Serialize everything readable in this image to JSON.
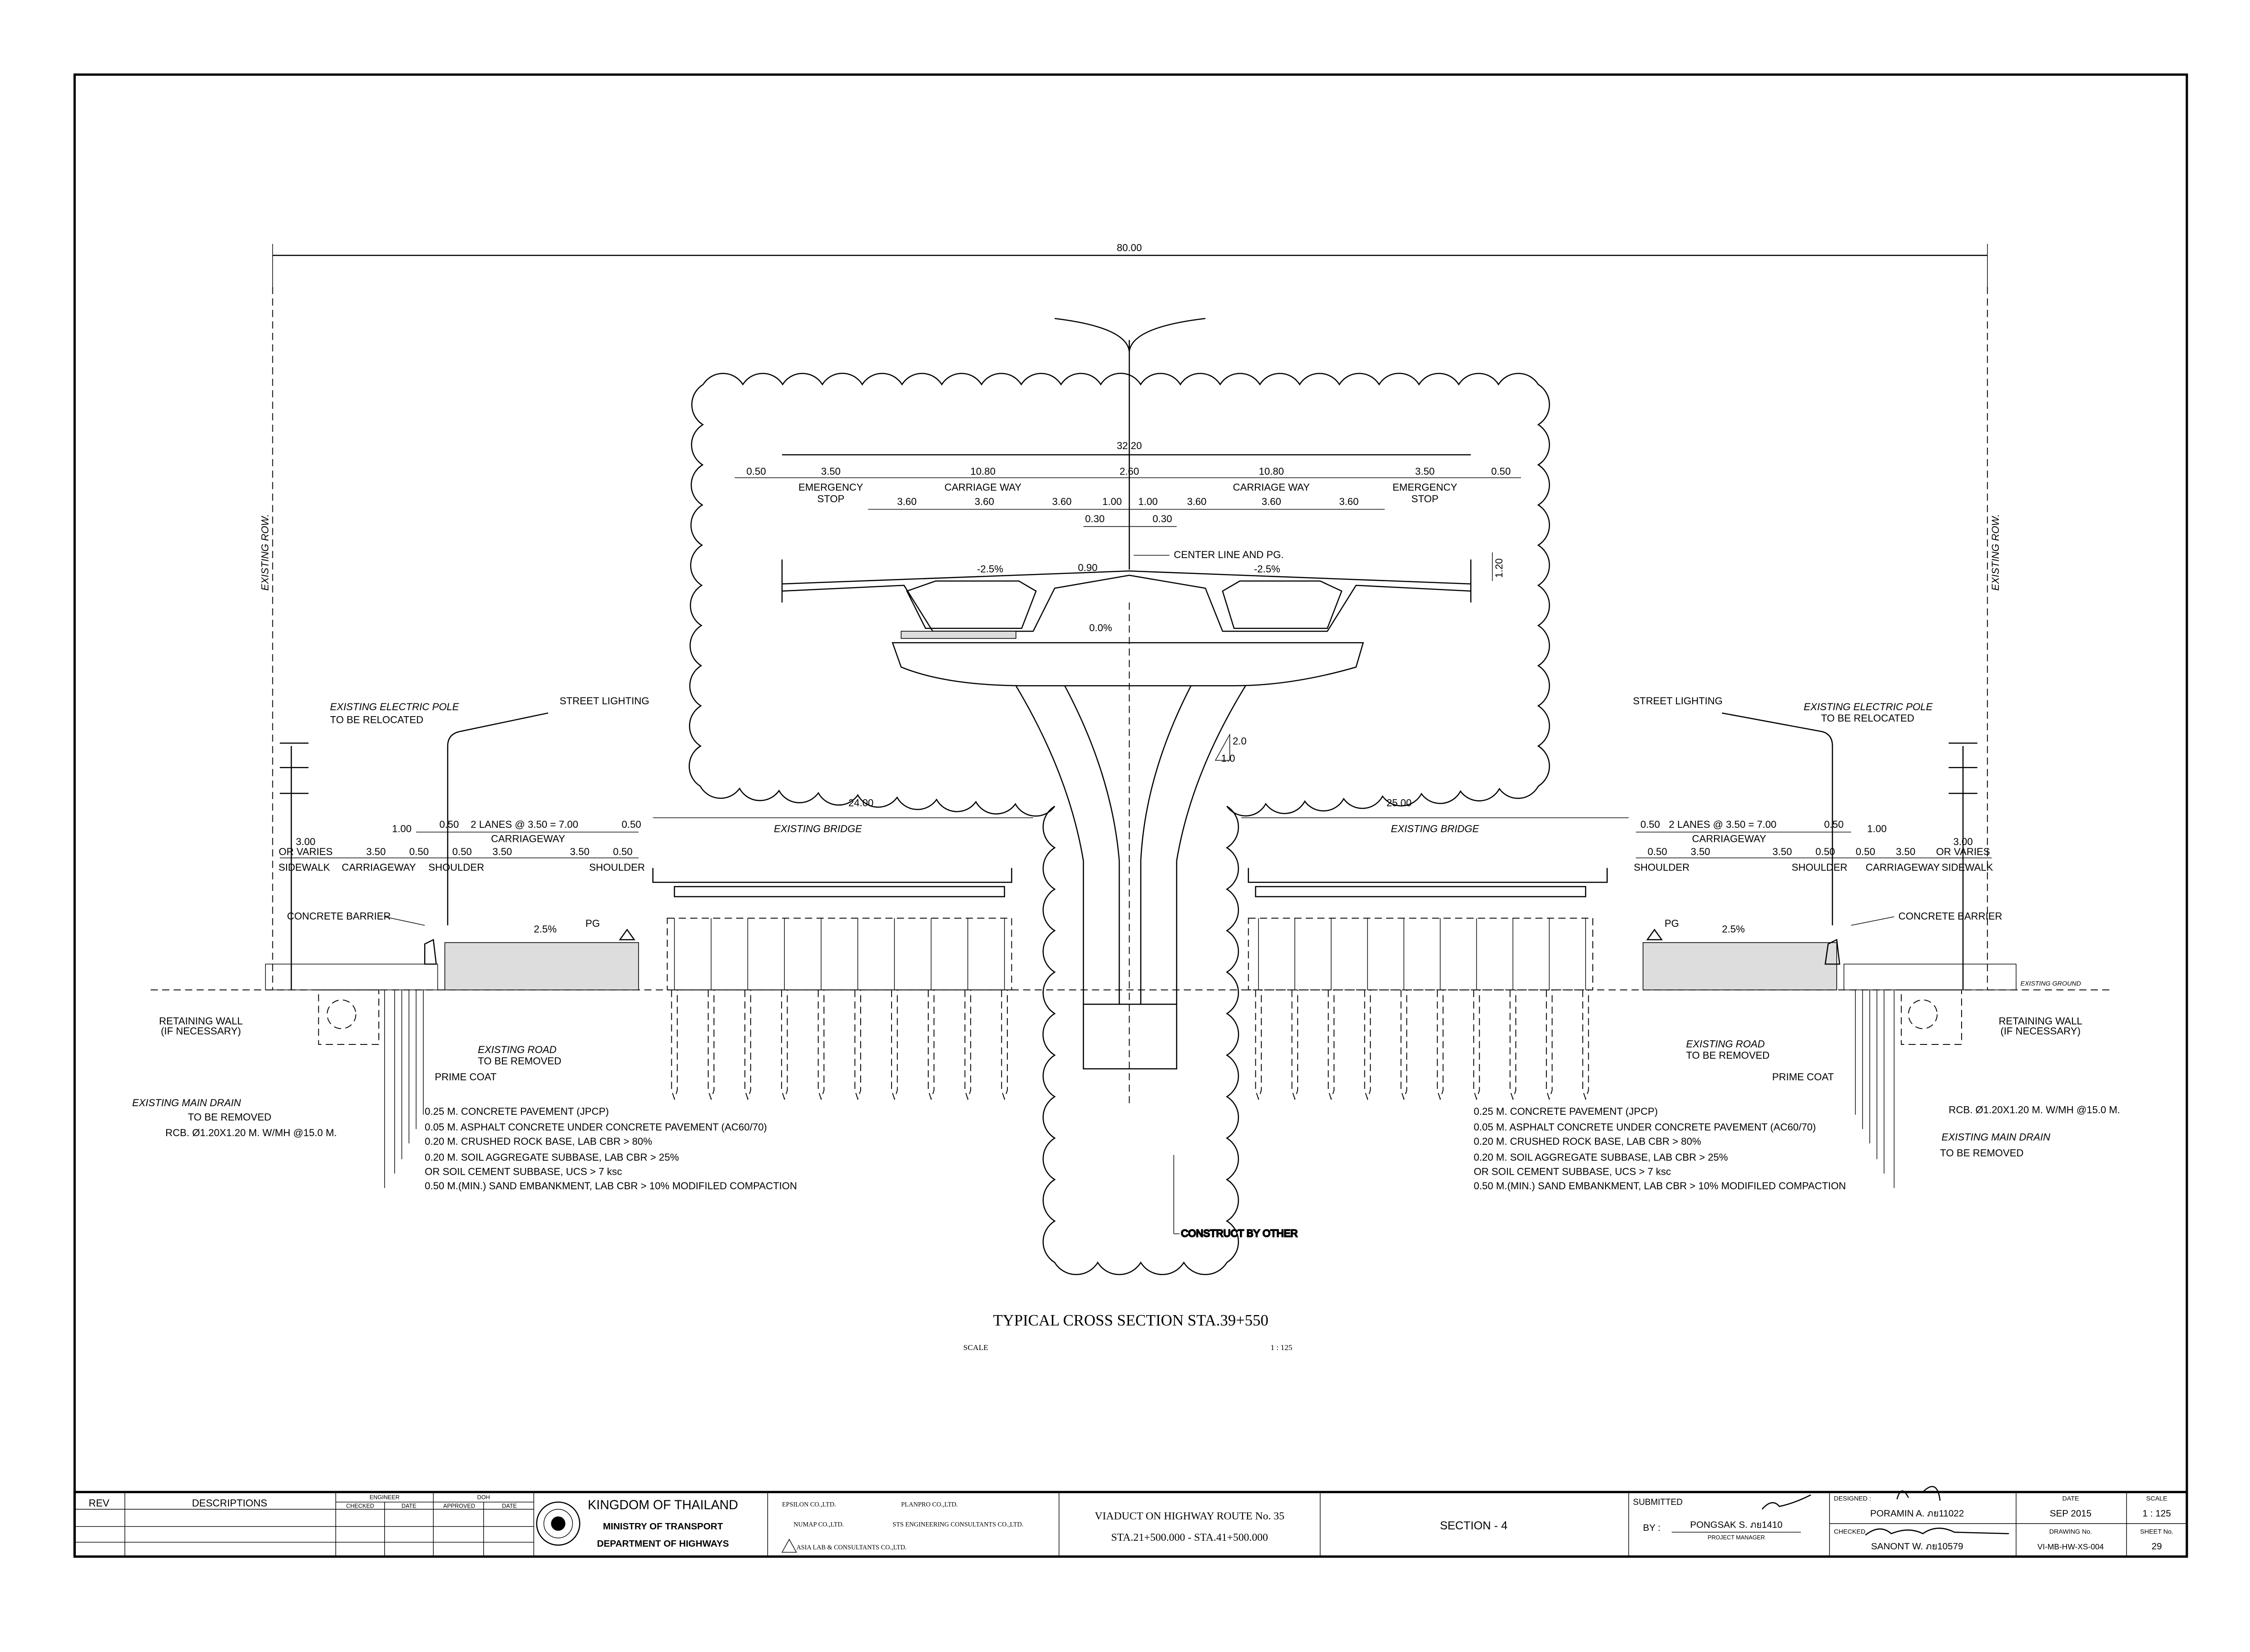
{
  "drawing": {
    "overall_width": "80.00",
    "existing_row": "EXISTING ROW.",
    "title": "TYPICAL CROSS SECTION STA.39+550",
    "scale_label": "SCALE",
    "scale_value": "1 : 125"
  },
  "viaduct": {
    "deck_width": "32.20",
    "dims_top": [
      "0.50",
      "3.50",
      "10.80",
      "2.60",
      "10.80",
      "3.50",
      "0.50"
    ],
    "emergency": "EMERGENCY",
    "stop": "STOP",
    "carriage_way": "CARRIAGE WAY",
    "lane": "3.60",
    "median": "1.00",
    "barrier": "0.30",
    "center_line": "CENTER LINE AND PG.",
    "depth": "0.90",
    "slope": "-2.5%",
    "cap_slope": "0.0%",
    "parapet": "1.20",
    "batter_v": "2.0",
    "batter_h": "1.0",
    "construct_by_other": "CONSTRUCT BY OTHER"
  },
  "left": {
    "pole": "EXISTING ELECTRIC POLE",
    "relocated": "TO BE RELOCATED",
    "street_lighting": "STREET LIGHTING",
    "bridge_width": "24.00",
    "existing_bridge": "EXISTING BRIDGE",
    "lanes": "2 LANES @ 3.50 = 7.00",
    "carriageway": "CARRIAGEWAY",
    "d050": "0.50",
    "d100": "1.00",
    "d350": "3.50",
    "d300": "3.00",
    "or_varies": "OR VARIES",
    "sidewalk": "SIDEWALK",
    "shoulder": "SHOULDER",
    "concrete_barrier": "CONCRETE BARRIER",
    "pg": "PG",
    "crossfall": "2.5%",
    "retaining_wall": "RETAINING WALL",
    "if_necessary": "(IF NECESSARY)",
    "existing_road": "EXISTING ROAD",
    "to_be_removed": "TO BE REMOVED",
    "prime_coat": "PRIME COAT",
    "main_drain": "EXISTING MAIN DRAIN",
    "rcb": "RCB. Ø1.20X1.20 M. W/MH @15.0 M."
  },
  "right": {
    "bridge_width": "25.00",
    "existing_ground": "EXISTING GROUND"
  },
  "pavement_layers": [
    "0.25 M. CONCRETE PAVEMENT (JPCP)",
    "0.05 M. ASPHALT CONCRETE UNDER CONCRETE PAVEMENT (AC60/70)",
    "0.20 M. CRUSHED ROCK BASE, LAB CBR > 80%",
    "0.20 M. SOIL AGGREGATE SUBBASE, LAB CBR > 25%",
    "OR SOIL CEMENT SUBBASE, UCS > 7 ksc",
    "0.50 M.(MIN.) SAND EMBANKMENT, LAB CBR > 10% MODIFILED COMPACTION"
  ],
  "title_block": {
    "rev": "REV",
    "descriptions": "DESCRIPTIONS",
    "engineer": "ENGINEER",
    "checked": "CHECKED",
    "date": "DATE",
    "doh": "DOH",
    "approved": "APPROVED",
    "kingdom": "KINGDOM OF THAILAND",
    "ministry": "MINISTRY OF TRANSPORT",
    "department": "DEPARTMENT OF HIGHWAYS",
    "consultants": [
      "EPSILON CO.,LTD.",
      "PLANPRO CO.,LTD.",
      "NUMAP CO.,LTD.",
      "STS ENGINEERING CONSULTANTS CO.,LTD.",
      "ASIA LAB & CONSULTANTS CO.,LTD."
    ],
    "project_line1": "VIADUCT ON HIGHWAY ROUTE No. 35",
    "project_line2": "STA.21+500.000 - STA.41+500.000",
    "section": "SECTION - 4",
    "submitted": "SUBMITTED",
    "by": "BY :",
    "submitter": "PONGSAK S. ภย1410",
    "project_manager": "PROJECT MANAGER",
    "designed_label": "DESIGNED :",
    "designer": "PORAMIN A. ภย11022",
    "checked_label": "CHECKED",
    "checker": "SANONT W. ภย10579",
    "date_label": "DATE",
    "date_value": "SEP 2015",
    "scale_label": "SCALE",
    "scale_value": "1 : 125",
    "drawing_no_label": "DRAWING No.",
    "drawing_no": "VI-MB-HW-XS-004",
    "sheet_no_label": "SHEET No.",
    "sheet_no": "29"
  }
}
